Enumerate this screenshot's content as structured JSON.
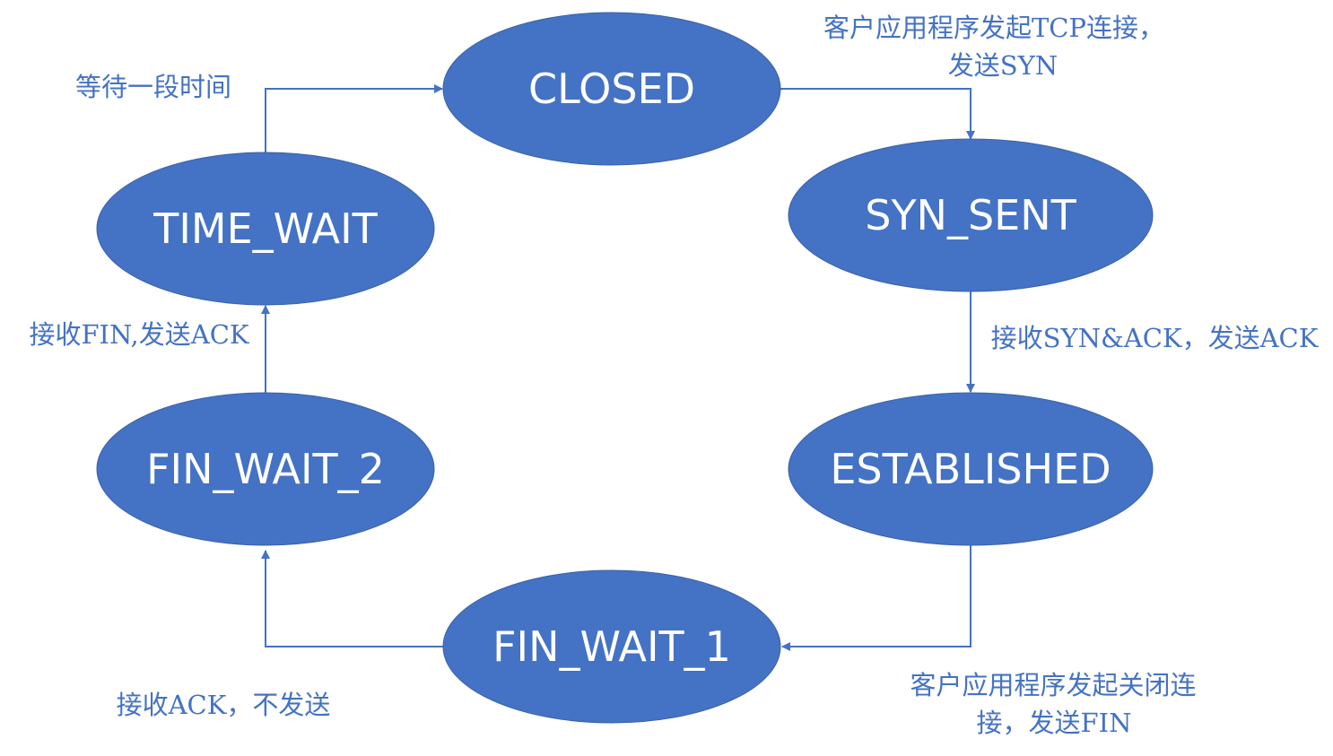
{
  "colors": {
    "state_fill": "#4472c4",
    "edge": "#4472c4",
    "label_text": "#4472c4",
    "state_text": "#ffffff",
    "background": "#ffffff"
  },
  "states": {
    "closed": "CLOSED",
    "syn_sent": "SYN_SENT",
    "established": "ESTABLISHED",
    "fin_wait_1": "FIN_WAIT_1",
    "fin_wait_2": "FIN_WAIT_2",
    "time_wait": "TIME_WAIT"
  },
  "transitions": {
    "closed_to_syn_sent": {
      "line1": "客户应用程序发起TCP连接，",
      "line2": "发送SYN"
    },
    "syn_sent_to_established": {
      "line1": "接收SYN&ACK，发送ACK"
    },
    "established_to_fin_wait_1": {
      "line1": "客户应用程序发起关闭连",
      "line2": "接，发送FIN"
    },
    "fin_wait_1_to_fin_wait_2": {
      "line1": "接收ACK，不发送"
    },
    "fin_wait_2_to_time_wait": {
      "line1": "接收FIN,发送ACK"
    },
    "time_wait_to_closed": {
      "line1": "等待一段时间"
    }
  }
}
